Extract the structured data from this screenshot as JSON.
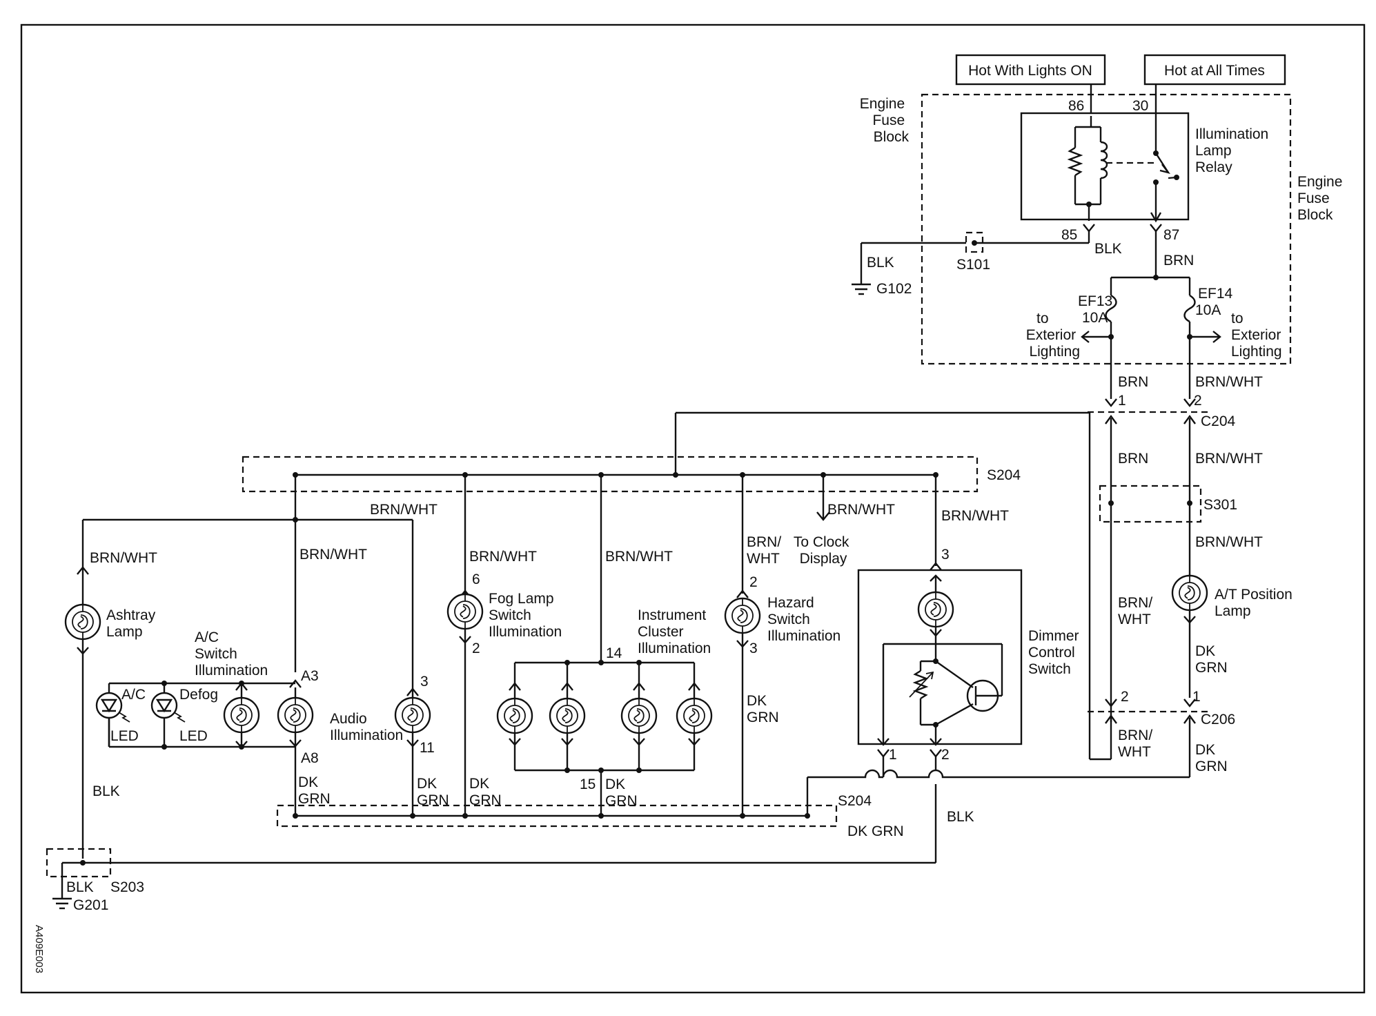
{
  "header": {
    "hot_lights_on": "Hot With Lights ON",
    "hot_all_times": "Hot at All Times"
  },
  "fuse_block": {
    "left_label": [
      "Engine",
      "Fuse",
      "Block"
    ],
    "right_label": [
      "Engine",
      "Fuse",
      "Block"
    ]
  },
  "relay": {
    "label": [
      "Illumination",
      "Lamp",
      "Relay"
    ],
    "pin_86": "86",
    "pin_30": "30",
    "pin_85": "85",
    "pin_87": "87"
  },
  "fuses": {
    "ef13": [
      "EF13",
      "10A"
    ],
    "ef14": [
      "EF14",
      "10A"
    ],
    "to_ext_left": [
      "to",
      "Exterior",
      "Lighting"
    ],
    "to_ext_right": [
      "to",
      "Exterior",
      "Lighting"
    ]
  },
  "grounds": {
    "g102": "G102",
    "g201": "G201"
  },
  "splices": {
    "s101": "S101",
    "s204_top": "S204",
    "s204_bottom": "S204",
    "s301": "S301",
    "s203": "S203"
  },
  "connectors": {
    "c204": "C204",
    "c206": "C206",
    "c204_pin1": "1",
    "c204_pin2": "2",
    "c206_pin2": "2",
    "c206_pin1": "1"
  },
  "wires": {
    "blk": "BLK",
    "brn": "BRN",
    "brn_wht": "BRN/WHT",
    "brn_slash": "BRN/",
    "wht": "WHT",
    "dk": "DK",
    "grn": "GRN",
    "dk_grn": "DK GRN"
  },
  "components": {
    "ashtray": [
      "Ashtray",
      "Lamp"
    ],
    "ac_switch": [
      "A/C",
      "Switch",
      "Illumination"
    ],
    "ac_led": [
      "A/C",
      "LED"
    ],
    "defog_led": [
      "Defog",
      "LED"
    ],
    "audio": [
      "Audio",
      "Illumination"
    ],
    "fog": [
      "Fog Lamp",
      "Switch",
      "Illumination"
    ],
    "cluster": [
      "Instrument",
      "Cluster",
      "Illumination"
    ],
    "hazard": [
      "Hazard",
      "Switch",
      "Illumination"
    ],
    "clock": [
      "To Clock",
      "Display"
    ],
    "dimmer": [
      "Dimmer",
      "Control",
      "Switch"
    ],
    "at_lamp": [
      "A/T Position",
      "Lamp"
    ]
  },
  "pins": {
    "a3": "A3",
    "a8": "A8",
    "audio_3": "3",
    "audio_11": "11",
    "fog_6": "6",
    "fog_2": "2",
    "cluster_14": "14",
    "cluster_15": "15",
    "hazard_2": "2",
    "hazard_3": "3",
    "dimmer_3": "3",
    "dimmer_1": "1",
    "dimmer_2": "2"
  },
  "figure_code": "A409E003"
}
